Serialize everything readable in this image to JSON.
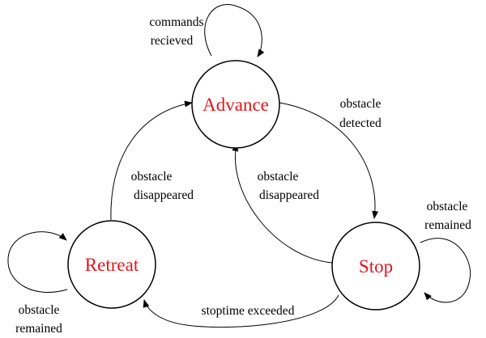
{
  "colors": {
    "state_text": "#e8141b",
    "line": "#000000",
    "background": "#ffffff"
  },
  "states": {
    "advance": "Advance",
    "stop": "Stop",
    "retreat": "Retreat"
  },
  "transitions": {
    "commands_received": [
      "commands",
      "recieved"
    ],
    "advance_to_stop": [
      "obstacle",
      "detected"
    ],
    "stop_to_advance": [
      "obstacle",
      "disappeared"
    ],
    "retreat_to_advance": [
      "obstacle",
      "disappeared"
    ],
    "stop_self": [
      "obstacle",
      "remained"
    ],
    "retreat_self": [
      "obstacle",
      "remained"
    ],
    "stop_to_retreat": [
      "stoptime exceeded"
    ]
  }
}
